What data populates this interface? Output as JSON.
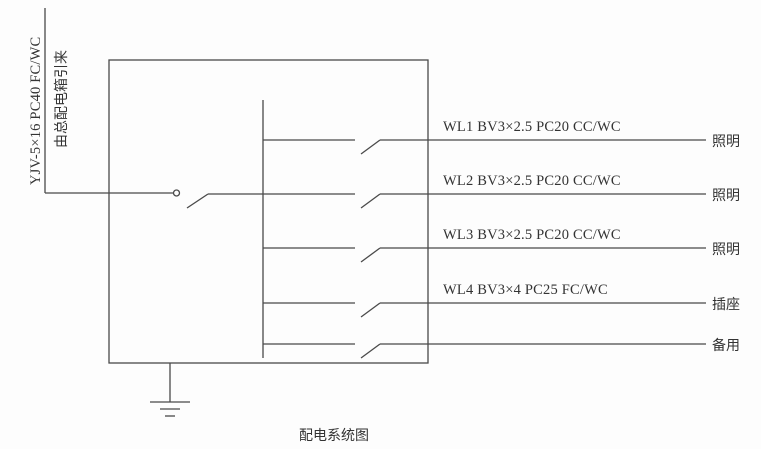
{
  "diagram": {
    "title": "配电系统图",
    "incoming": {
      "cable_spec": "YJV-5×16 PC40 FC/WC",
      "source_note": "由总配电箱引来"
    },
    "branches": [
      {
        "id": "WL1",
        "spec": "WL1  BV3×2.5  PC20  CC/WC",
        "load": "照明"
      },
      {
        "id": "WL2",
        "spec": "WL2  BV3×2.5  PC20  CC/WC",
        "load": "照明"
      },
      {
        "id": "WL3",
        "spec": "WL3  BV3×2.5  PC20  CC/WC",
        "load": "照明"
      },
      {
        "id": "WL4",
        "spec": "WL4  BV3×4  PC25  FC/WC",
        "load": "插座"
      },
      {
        "id": "spare",
        "spec": "",
        "load": "备用"
      }
    ],
    "colors": {
      "line": "#4a4a4a",
      "text": "#333333",
      "background": "#fdfdfd"
    }
  }
}
